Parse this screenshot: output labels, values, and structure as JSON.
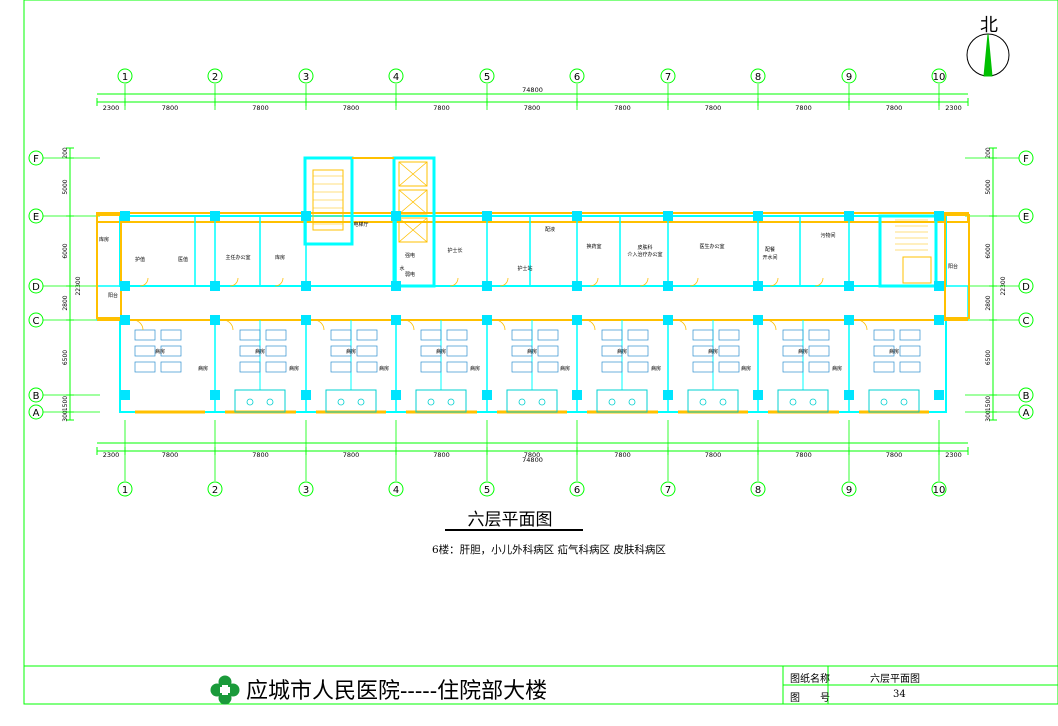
{
  "drawing": {
    "title": "六层平面图",
    "note": "6楼：肝胆，小儿外科病区 疝气科病区 皮肤科病区",
    "north": "北"
  },
  "title_block": {
    "hospital": "应城市人民医院-----住院部大楼",
    "drawing_name_label": "图纸名称",
    "drawing_name_value": "六层平面图",
    "drawing_no_label": "图　　号",
    "drawing_no_value": "34"
  },
  "axes": {
    "columns": [
      "1",
      "2",
      "3",
      "4",
      "5",
      "6",
      "7",
      "8",
      "9",
      "10"
    ],
    "rows": [
      "F",
      "E",
      "D",
      "C",
      "B",
      "A"
    ]
  },
  "dimensions": {
    "column_spans": [
      "2300",
      "7800",
      "7800",
      "7800",
      "7800",
      "7800",
      "7800",
      "7800",
      "7800",
      "7800",
      "2300"
    ],
    "total": "74800",
    "left_spans": [
      "200",
      "5000",
      "6000",
      "2800",
      "6500",
      "1500",
      "300"
    ],
    "right_spans": [
      "200",
      "5000",
      "6000",
      "2800",
      "6500",
      "1500",
      "300"
    ],
    "right_total": "22300",
    "left_total": "22300"
  },
  "rooms": {
    "north": [
      "库房",
      "护值",
      "医值",
      "主任办公室",
      "库房",
      "电梯厅",
      "强电",
      "弱电",
      "水",
      "护士长",
      "护士站",
      "配液",
      "换药室",
      "皮肤科",
      "介入治疗办公室",
      "医生办公室",
      "配餐",
      "开水间",
      "污物间",
      "阳台",
      "阳台"
    ],
    "south_ward": "病房",
    "misc": [
      "阳台",
      "污物间"
    ]
  },
  "colors": {
    "wall": "#00ffff",
    "column": "#00e5ff",
    "window": "#ffc000",
    "axis": "#00ff00",
    "fixture": "#00d0d0"
  }
}
